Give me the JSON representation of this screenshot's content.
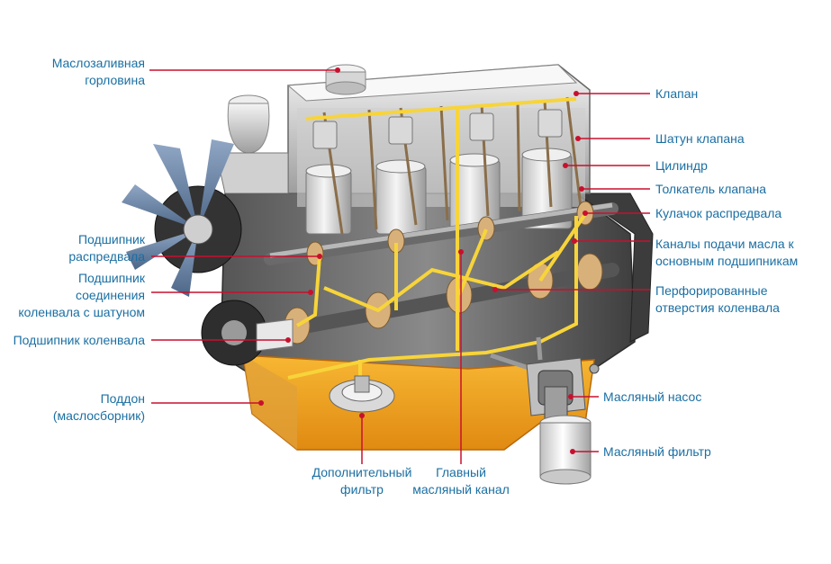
{
  "colors": {
    "label_text": "#1a6fa3",
    "leader_line": "#c8102e",
    "oil": "#f5a623",
    "oil_channel": "#f7d43a",
    "metal_light": "#e6e6e6",
    "metal_mid": "#a9a9a9",
    "metal_dark": "#4a4a4a",
    "bearing": "#d8b07a"
  },
  "labels": {
    "filler_neck": [
      "Маслозаливная",
      "горловина"
    ],
    "camshaft_bearing": [
      "Подшипник",
      "распредвала"
    ],
    "conrod_bearing": [
      "Подшипник",
      "соединения",
      "коленвала с шатуном"
    ],
    "crankshaft_bearing": [
      "Подшипник коленвала"
    ],
    "sump": [
      "Поддон",
      "(маслосборник)"
    ],
    "aux_filter": [
      "Дополнительный",
      "фильтр"
    ],
    "main_gallery": [
      "Главный",
      "масляный канал"
    ],
    "valve": [
      "Клапан"
    ],
    "valve_stem": [
      "Шатун клапана"
    ],
    "cylinder": [
      "Цилиндр"
    ],
    "valve_lifter": [
      "Толкатель клапана"
    ],
    "cam_lobe": [
      "Кулачок распредвала"
    ],
    "main_bearing_channels": [
      "Каналы подачи масла к",
      "основным подшипникам"
    ],
    "crank_holes": [
      "Перфорированные",
      "отверстия коленвала"
    ],
    "oil_pump": [
      "Масляный насос"
    ],
    "oil_filter": [
      "Масляный фильтр"
    ]
  }
}
